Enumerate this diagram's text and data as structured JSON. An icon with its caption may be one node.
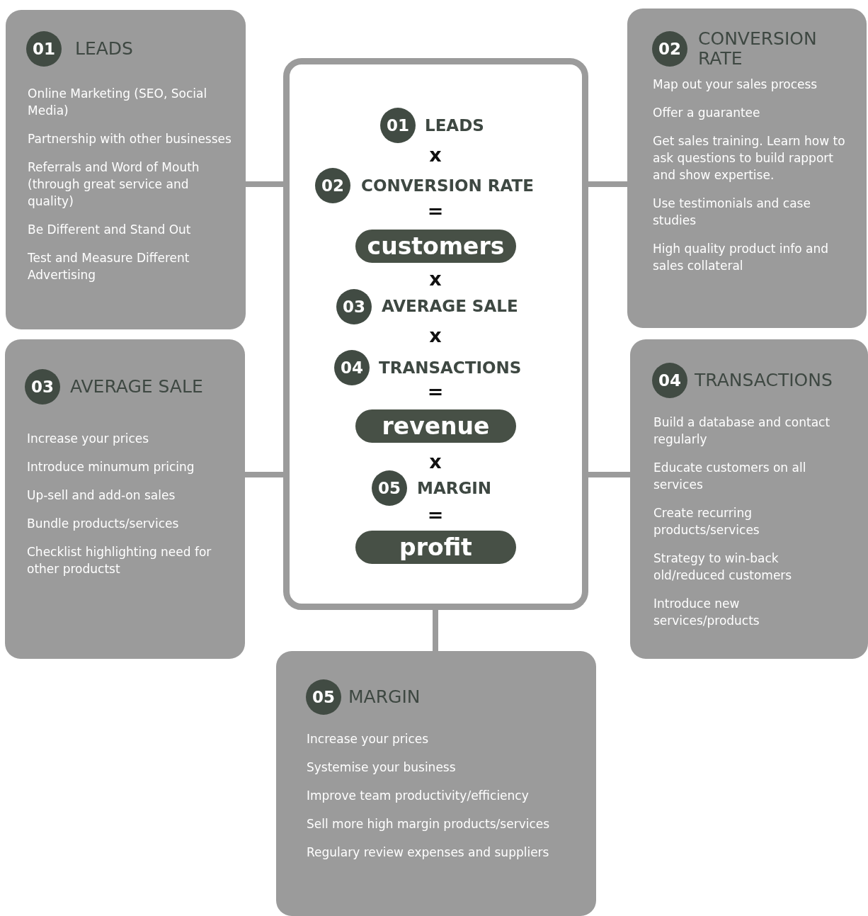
{
  "diagram": {
    "nodes": [
      {
        "text": [
          "01",
          "LEADS",
          "Online Marketing (SEO, Social Media)",
          "Partnership with other businesses",
          "Referrals and Word of Mouth (through great service and quality)",
          "Be Different and Stand Out",
          "Test and Measure Different Advertising"
        ]
      },
      {
        "text": [
          "01",
          "LEADS",
          "x",
          "02",
          "CONVERSION RATE",
          "=",
          "x",
          "03",
          "AVERAGE SALE",
          "x",
          "04",
          "TRANSACTIONS",
          "=",
          "x",
          "05",
          "MARGIN",
          "="
        ]
      },
      {
        "text": [
          "customers"
        ],
        "in": 1
      },
      {
        "text": [
          "revenue"
        ],
        "in": 1
      },
      {
        "text": [
          "profit"
        ],
        "in": 1
      },
      {
        "text": [
          "02",
          "CONVERSION RATE",
          "Map out your sales process",
          "Offer a guarantee",
          "Get sales training. Learn how to ask questions to build rapport and show expertise.",
          "Use testimonials and case studies",
          "High quality product info and sales collateral"
        ]
      },
      {
        "text": [
          "03",
          "AVERAGE SALE",
          "Increase your prices",
          "Introduce minumum pricing",
          "Up-sell and add-on sales",
          "Bundle products/services",
          "Checklist highlighting need for other productst"
        ]
      },
      {
        "text": [
          "04",
          "TRANSACTIONS",
          "Build a database and contact regularly",
          "Educate customers on all services",
          "Create recurring products/services",
          "Strategy to win-back old/reduced customers",
          "Introduce new services/products"
        ]
      },
      {
        "text": [
          "05",
          "MARGIN",
          "Increase your prices",
          "Systemise your business",
          "Improve team productivity/efficiency",
          "Sell more high margin products/services",
          "Regulary review expenses and suppliers"
        ]
      }
    ],
    "edges": [
      {
        "from": 1,
        "to": 0,
        "arrow": "none"
      },
      {
        "from": 1,
        "to": 5,
        "arrow": "none"
      },
      {
        "from": 1,
        "to": 6,
        "arrow": "none"
      },
      {
        "from": 1,
        "to": 7,
        "arrow": "none"
      },
      {
        "from": 1,
        "to": 8,
        "arrow": "none"
      }
    ]
  }
}
